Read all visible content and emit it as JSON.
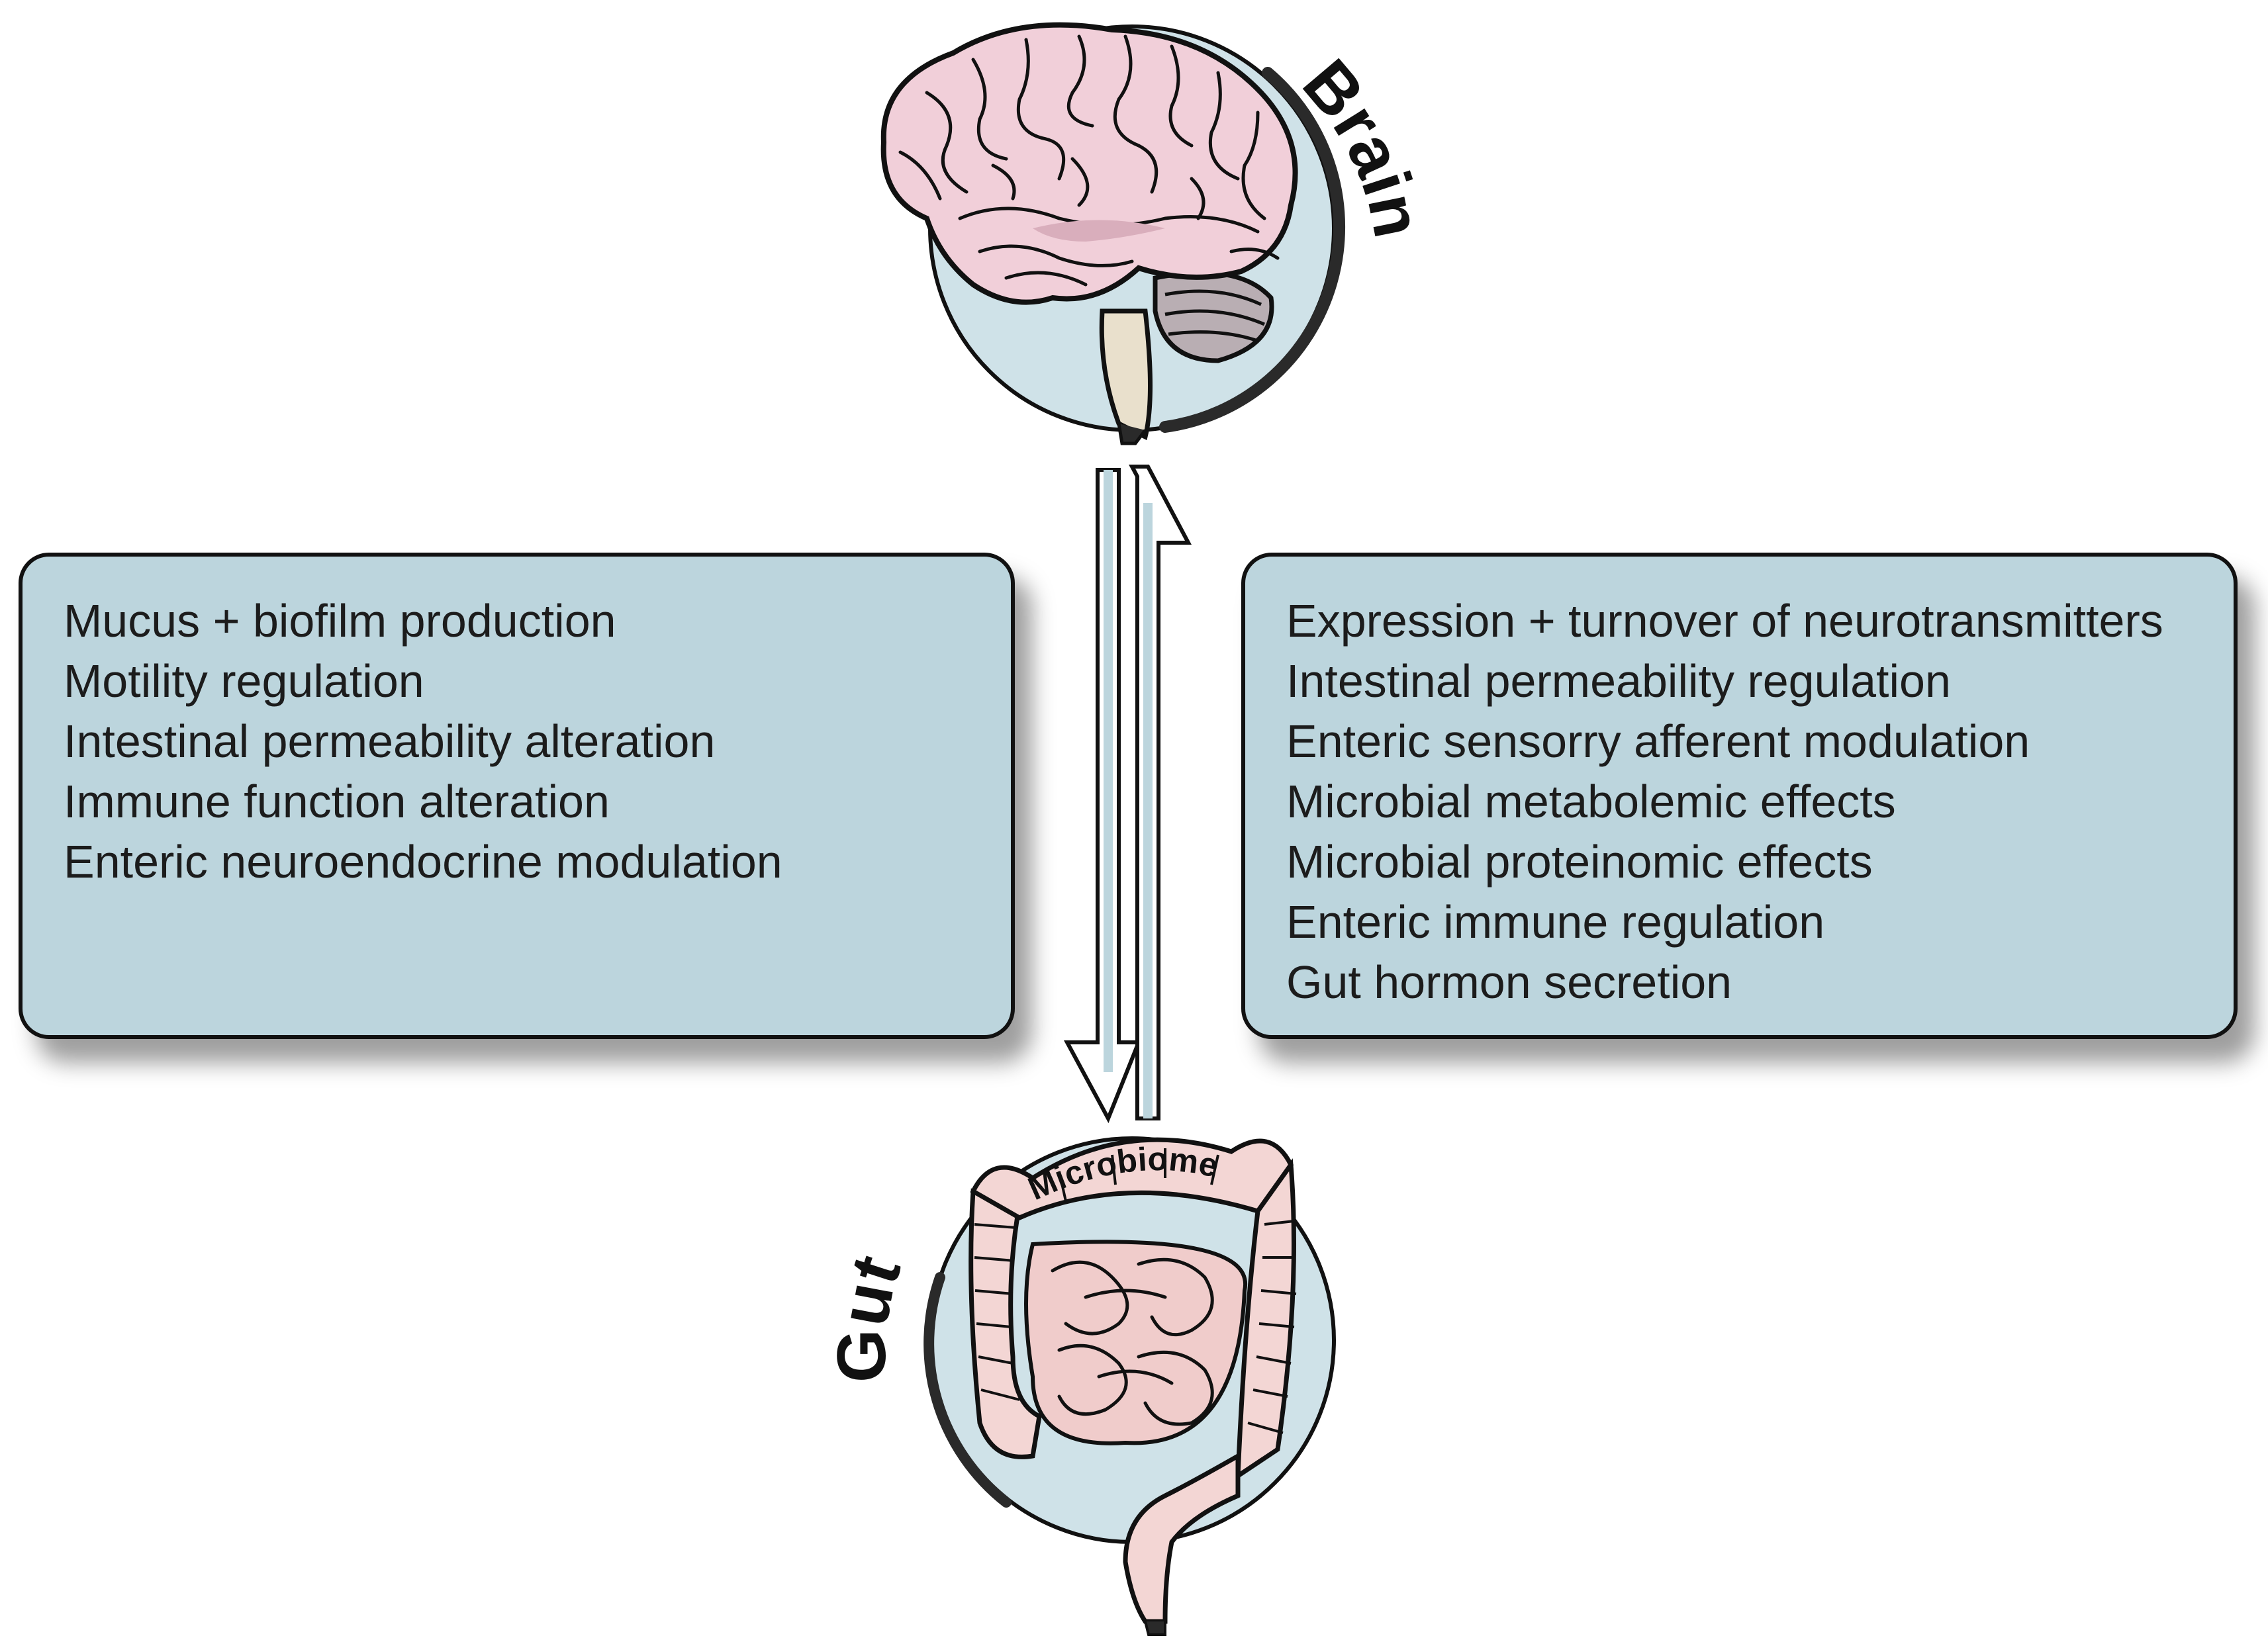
{
  "organs": {
    "brain_label": "Brain",
    "gut_label": "Gut",
    "microbiome_label": "Microbiome"
  },
  "left_box": {
    "items": [
      "Mucus + biofilm production",
      "Motility regulation",
      "Intestinal permeability alteration",
      "Immune function alteration",
      "Enteric neuroendocrine modulation"
    ]
  },
  "right_box": {
    "items": [
      "Expression + turnover of neurotransmitters",
      "Intestinal permeability regulation",
      "Enteric sensorry afferent modulation",
      "Microbial metabolemic effects",
      "Microbial proteinomic effects",
      "Enteric immune regulation",
      "Gut hormon secretion"
    ]
  },
  "colors": {
    "box_fill": "#bcd5dd",
    "circle_fill": "#cfe2e8",
    "brain_tissue": "#f1cfd9",
    "gut_tissue": "#f3d6d4",
    "outline": "#111111"
  },
  "icons": {
    "brain": "brain-illustration",
    "gut": "intestines-illustration",
    "arrow_down": "arrow-down-icon",
    "arrow_up": "arrow-up-icon"
  }
}
